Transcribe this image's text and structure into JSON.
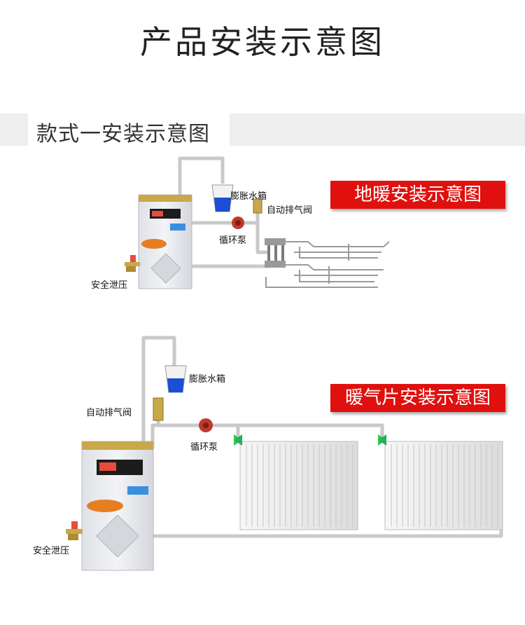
{
  "page_title": "产品安装示意图",
  "section": {
    "title": "款式一安装示意图"
  },
  "diagram_floor": {
    "banner": "地暖安装示意图",
    "labels": {
      "expansion_tank": "膨胀水箱",
      "auto_vent": "自动排气阀",
      "pump": "循环泵",
      "safety_valve": "安全泄压"
    }
  },
  "diagram_radiator": {
    "banner": "暖气片安装示意图",
    "labels": {
      "expansion_tank": "膨胀水箱",
      "auto_vent": "自动排气阀",
      "pump": "循环泵",
      "safety_valve": "安全泄压"
    }
  },
  "colors": {
    "banner_red": "#e0100e",
    "tank_blue": "#1a4fd6",
    "pump_red": "#c0392b",
    "valve_green": "#2ecc40",
    "pipe": "#d0d0d0",
    "boiler_body": "#e9eaee",
    "boiler_gold": "#c9a84a"
  }
}
